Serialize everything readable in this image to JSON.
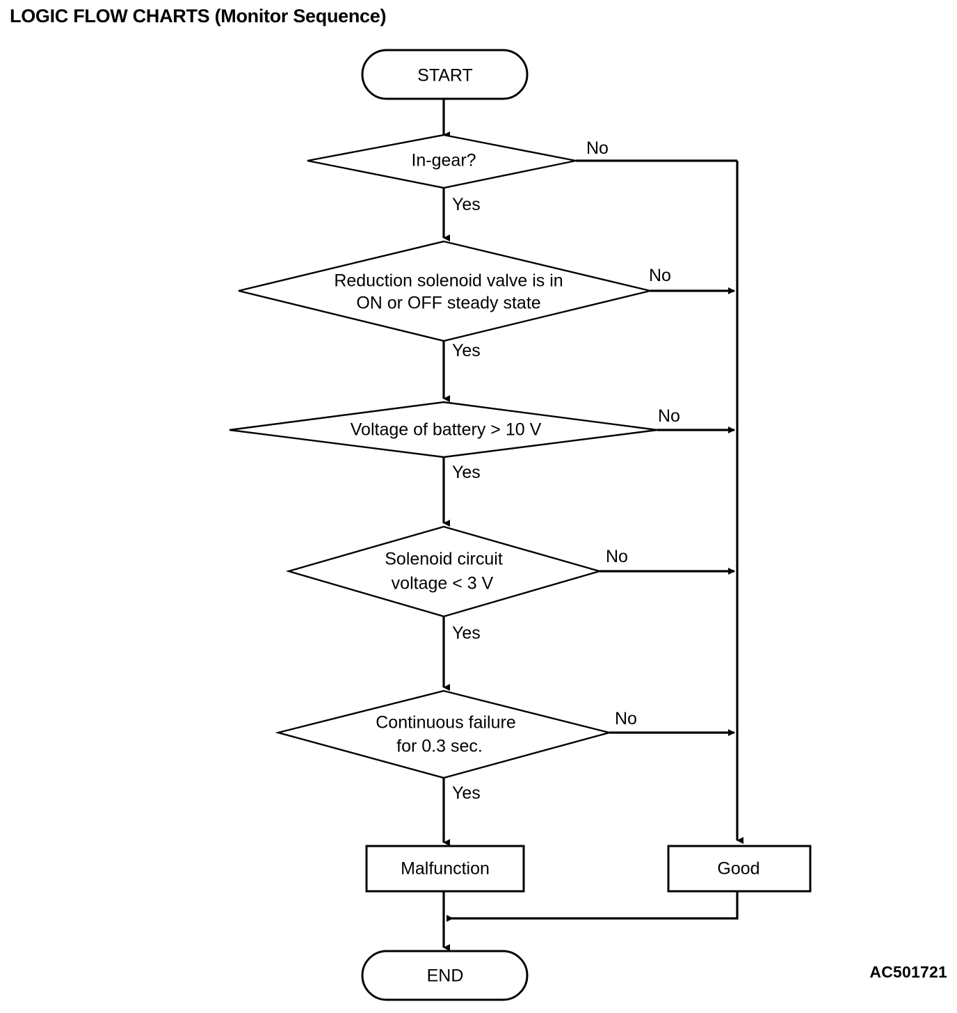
{
  "page": {
    "title": "LOGIC FLOW CHARTS (Monitor Sequence)",
    "reference_code": "AC501721"
  },
  "chart_data": {
    "type": "flowchart",
    "title": "LOGIC FLOW CHARTS (Monitor Sequence)",
    "orientation": "top-to-bottom",
    "nodes": [
      {
        "id": "start",
        "shape": "stadium",
        "label": "START"
      },
      {
        "id": "d1",
        "shape": "diamond",
        "label": "In-gear?",
        "lines": [
          "In-gear?"
        ]
      },
      {
        "id": "d2",
        "shape": "diamond",
        "label": "Reduction solenoid valve is in ON or OFF steady state",
        "lines": [
          "Reduction solenoid valve is in",
          "ON or OFF steady state"
        ]
      },
      {
        "id": "d3",
        "shape": "diamond",
        "label": "Voltage of battery > 10 V",
        "lines": [
          "Voltage of battery > 10 V"
        ]
      },
      {
        "id": "d4",
        "shape": "diamond",
        "label": "Solenoid circuit voltage < 3 V",
        "lines": [
          "Solenoid circuit",
          "voltage < 3 V"
        ]
      },
      {
        "id": "d5",
        "shape": "diamond",
        "label": "Continuous failure for 0.3 sec.",
        "lines": [
          "Continuous failure",
          "for 0.3 sec."
        ]
      },
      {
        "id": "malfunction",
        "shape": "rectangle",
        "label": "Malfunction"
      },
      {
        "id": "good",
        "shape": "rectangle",
        "label": "Good"
      },
      {
        "id": "end",
        "shape": "stadium",
        "label": "END"
      }
    ],
    "edges": [
      {
        "from": "start",
        "to": "d1",
        "label": ""
      },
      {
        "from": "d1",
        "to": "d2",
        "label": "Yes"
      },
      {
        "from": "d1",
        "to": "good",
        "label": "No"
      },
      {
        "from": "d2",
        "to": "d3",
        "label": "Yes"
      },
      {
        "from": "d2",
        "to": "good",
        "label": "No"
      },
      {
        "from": "d3",
        "to": "d4",
        "label": "Yes"
      },
      {
        "from": "d3",
        "to": "good",
        "label": "No"
      },
      {
        "from": "d4",
        "to": "d5",
        "label": "Yes"
      },
      {
        "from": "d4",
        "to": "good",
        "label": "No"
      },
      {
        "from": "d5",
        "to": "malfunction",
        "label": "Yes"
      },
      {
        "from": "d5",
        "to": "good",
        "label": "No"
      },
      {
        "from": "malfunction",
        "to": "end",
        "label": ""
      },
      {
        "from": "good",
        "to": "end",
        "label": ""
      }
    ],
    "labels": {
      "yes": "Yes",
      "no": "No"
    },
    "colors": {
      "stroke": "#000000",
      "fill": "#ffffff",
      "text": "#000000"
    }
  }
}
